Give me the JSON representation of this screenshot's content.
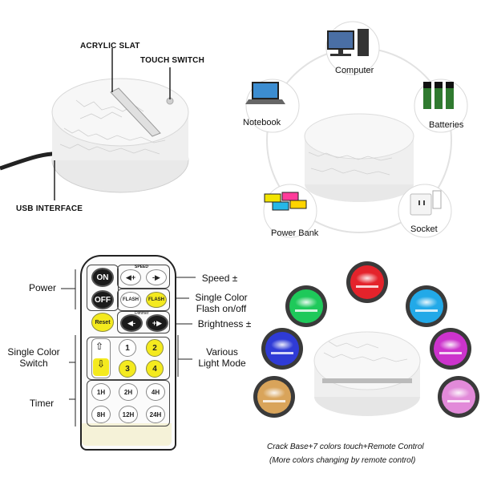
{
  "top_left": {
    "acrylic_slat": "ACRYLIC SLAT",
    "touch_switch": "TOUCH SWITCH",
    "usb_interface": "USB INTERFACE"
  },
  "power_sources": {
    "computer": "Computer",
    "notebook": "Notebook",
    "batteries": "Batteries",
    "power_bank": "Power Bank",
    "socket": "Socket"
  },
  "remote": {
    "labels_left": {
      "power": "Power",
      "single_color_switch": "Single Color\nSwitch",
      "timer": "Timer"
    },
    "labels_right": {
      "speed": "Speed ±",
      "flash": "Single Color\nFlash on/off",
      "brightness": "Brightness ±",
      "modes": "Various\nLight Mode"
    },
    "buttons": {
      "on": "ON",
      "off": "OFF",
      "reset": "Reset",
      "flash1": "FLASH",
      "flash2": "FLASH",
      "speed_label": "SPEED",
      "dimmer_label": "Dimmer",
      "n1": "1",
      "n2": "2",
      "n3": "3",
      "n4": "4",
      "t1": "1H",
      "t2": "2H",
      "t3": "4H",
      "t4": "8H",
      "t5": "12H",
      "t6": "24H"
    }
  },
  "bottom_right": {
    "caption1": "Crack Base+7 colors touch+Remote Control",
    "caption2": "(More colors changing by remote control)",
    "colors": [
      "#e4232b",
      "#1ec95a",
      "#22a9e8",
      "#2f3bd6",
      "#cc33cc",
      "#d9a45a",
      "#e28ad9"
    ]
  }
}
